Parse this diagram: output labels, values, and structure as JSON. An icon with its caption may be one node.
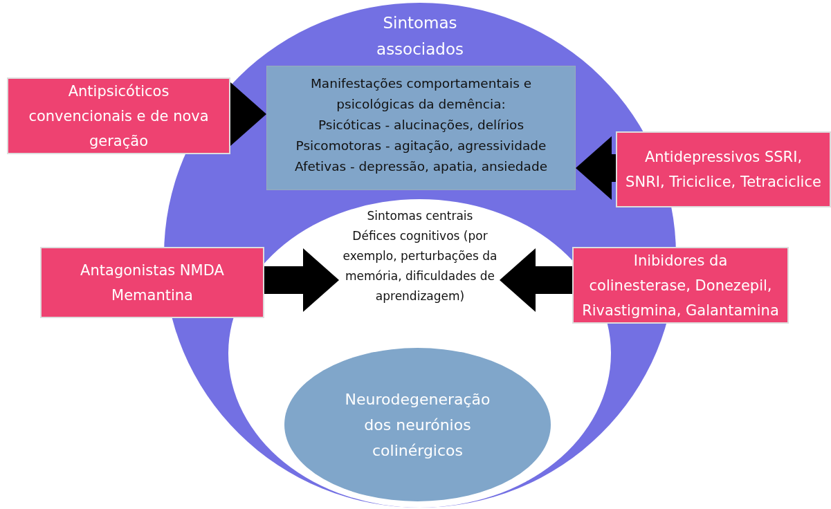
{
  "diagram": {
    "nodes": [
      {
        "text": [
          "Sintomas associados"
        ]
      },
      {
        "text": [
          "Manifestações comportamentais e psicológicas da demência:",
          "Psicóticas - alucinações, delírios",
          "Psicomotoras - agitação, agressividade",
          "Afetivas - depressão, apatia, ansiedade"
        ],
        "in": 0
      },
      {
        "text": [
          "Sintomas centrais",
          "Défices cognitivos (por exemplo, perturbações da memória, dificuldades de aprendizagem)"
        ],
        "in": 0
      },
      {
        "text": [
          "Neurodegeneração dos neurónios colinérgicos"
        ],
        "in": 2
      },
      {
        "text": [
          "Antipsicóticos convencionais e de nova geração"
        ]
      },
      {
        "text": [
          "Antidepressivos SSRI, SNRI, Triciclice, Tetraciclice"
        ]
      },
      {
        "text": [
          "Antagonistas NMDA Memantina"
        ]
      },
      {
        "text": [
          "Inibidores da colinesterase, Donezepil, Rivastigmina, Galantamina"
        ]
      }
    ],
    "edges": [
      {
        "from": 4,
        "to": 1,
        "arrow": "to"
      },
      {
        "from": 5,
        "to": 1,
        "arrow": "to"
      },
      {
        "from": 6,
        "to": 2,
        "arrow": "to"
      },
      {
        "from": 7,
        "to": 2,
        "arrow": "to"
      }
    ]
  }
}
